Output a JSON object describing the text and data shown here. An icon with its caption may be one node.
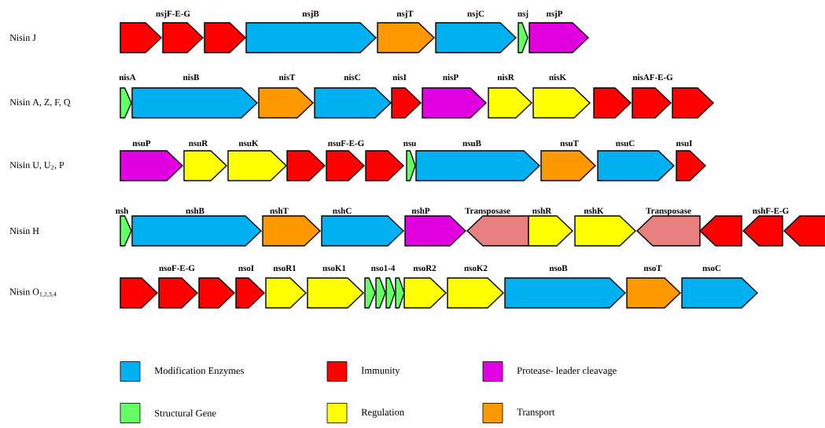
{
  "diagram": {
    "nodes": [
      {
        "text": [],
        "shape": "arrow"
      },
      {
        "text": [
          "nsjF-E-G"
        ]
      },
      {
        "text": [],
        "shape": "arrow"
      },
      {
        "text": [
          "nsjB"
        ]
      },
      {
        "text": [
          "nsjT"
        ]
      },
      {
        "text": [
          "nsjC"
        ]
      },
      {
        "text": [
          "nsj"
        ]
      },
      {
        "text": [
          "nsjP"
        ]
      },
      {
        "text": [
          "nisA"
        ]
      },
      {
        "text": [
          "nisB"
        ]
      },
      {
        "text": [
          "nisT"
        ]
      },
      {
        "text": [
          "nisC"
        ]
      },
      {
        "text": [
          "nisI"
        ]
      },
      {
        "text": [
          "nisP"
        ]
      },
      {
        "text": [
          "nisR"
        ]
      },
      {
        "text": [
          "nisK"
        ]
      },
      {
        "text": [],
        "shape": "arrow"
      },
      {
        "text": [
          "nisAF-E-G"
        ]
      },
      {
        "text": [],
        "shape": "arrow"
      },
      {
        "text": [
          "nsuP"
        ]
      },
      {
        "text": [
          "nsuR"
        ]
      },
      {
        "text": [
          "nsuK"
        ]
      },
      {
        "text": [],
        "shape": "arrow"
      },
      {
        "text": [
          "nsuF-E-G"
        ]
      },
      {
        "text": [],
        "shape": "arrow"
      },
      {
        "text": [
          "nsu"
        ]
      },
      {
        "text": [
          "nsuB"
        ]
      },
      {
        "text": [
          "nsuT"
        ]
      },
      {
        "text": [
          "nsuC"
        ]
      },
      {
        "text": [
          "nsuI"
        ]
      },
      {
        "text": [
          "nsh"
        ]
      },
      {
        "text": [
          "nshB"
        ]
      },
      {
        "text": [
          "nshT"
        ]
      },
      {
        "text": [
          "nshC"
        ]
      },
      {
        "text": [
          "nshP"
        ]
      },
      {
        "text": [
          "Transposase"
        ]
      },
      {
        "text": [
          "nshR"
        ]
      },
      {
        "text": [
          "nshK"
        ]
      },
      {
        "text": [
          "Transposase"
        ]
      },
      {
        "text": [],
        "shape": "arrow"
      },
      {
        "text": [
          "nshF-E-G"
        ]
      },
      {
        "text": [],
        "shape": "arrow"
      },
      {
        "text": [],
        "shape": "arrow"
      },
      {
        "text": [
          "nsoF-E-G"
        ]
      },
      {
        "text": [],
        "shape": "arrow"
      },
      {
        "text": [
          "nsoI"
        ]
      },
      {
        "text": [
          "nsoR1"
        ]
      },
      {
        "text": [
          "nsoK1"
        ]
      },
      {
        "text": [],
        "shape": "arrow"
      },
      {
        "text": [
          "nso1-4"
        ]
      },
      {
        "text": [],
        "shape": "arrow"
      },
      {
        "text": [],
        "shape": "arrow"
      },
      {
        "text": [
          "nsoR2"
        ]
      },
      {
        "text": [
          "nsoK2"
        ]
      },
      {
        "text": [
          "nsoB"
        ]
      },
      {
        "text": [
          "nsoT"
        ]
      },
      {
        "text": [
          "nsoC"
        ]
      }
    ],
    "labels": [
      "Nisin J",
      "Nisin A, Z, F, Q",
      "Nisin U, U$_{2}$, P",
      "Nisin H",
      "Nisin O$_{1,2,3,4}$"
    ],
    "legend": [
      {
        "text": "Modification Enzymes",
        "color": "#00b0f0"
      },
      {
        "text": "Immunity",
        "color": "#ff0000"
      },
      {
        "text": "Protease- leader cleavage",
        "color": "#e000e0"
      },
      {
        "text": "Structural Gene",
        "color": "#66ff66"
      },
      {
        "text": "Regulation",
        "color": "#ffff00"
      },
      {
        "text": "Transport",
        "color": "#ff9900"
      }
    ]
  }
}
